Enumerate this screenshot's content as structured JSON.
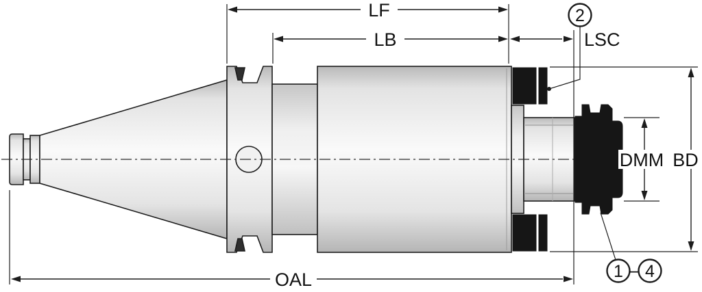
{
  "labels": {
    "lf": "LF",
    "lb": "LB",
    "lsc": "LSC",
    "dmm": "DMM",
    "bd": "BD",
    "oal": "OAL"
  },
  "callouts": {
    "item2": "2",
    "item1": "1",
    "item4": "4",
    "separator": "–"
  },
  "colors": {
    "line": "#1c1c1c",
    "metal_light": "#f8f8f8",
    "metal_dark": "#bdbdbd",
    "dark_part": "#161616",
    "background": "#ffffff"
  }
}
